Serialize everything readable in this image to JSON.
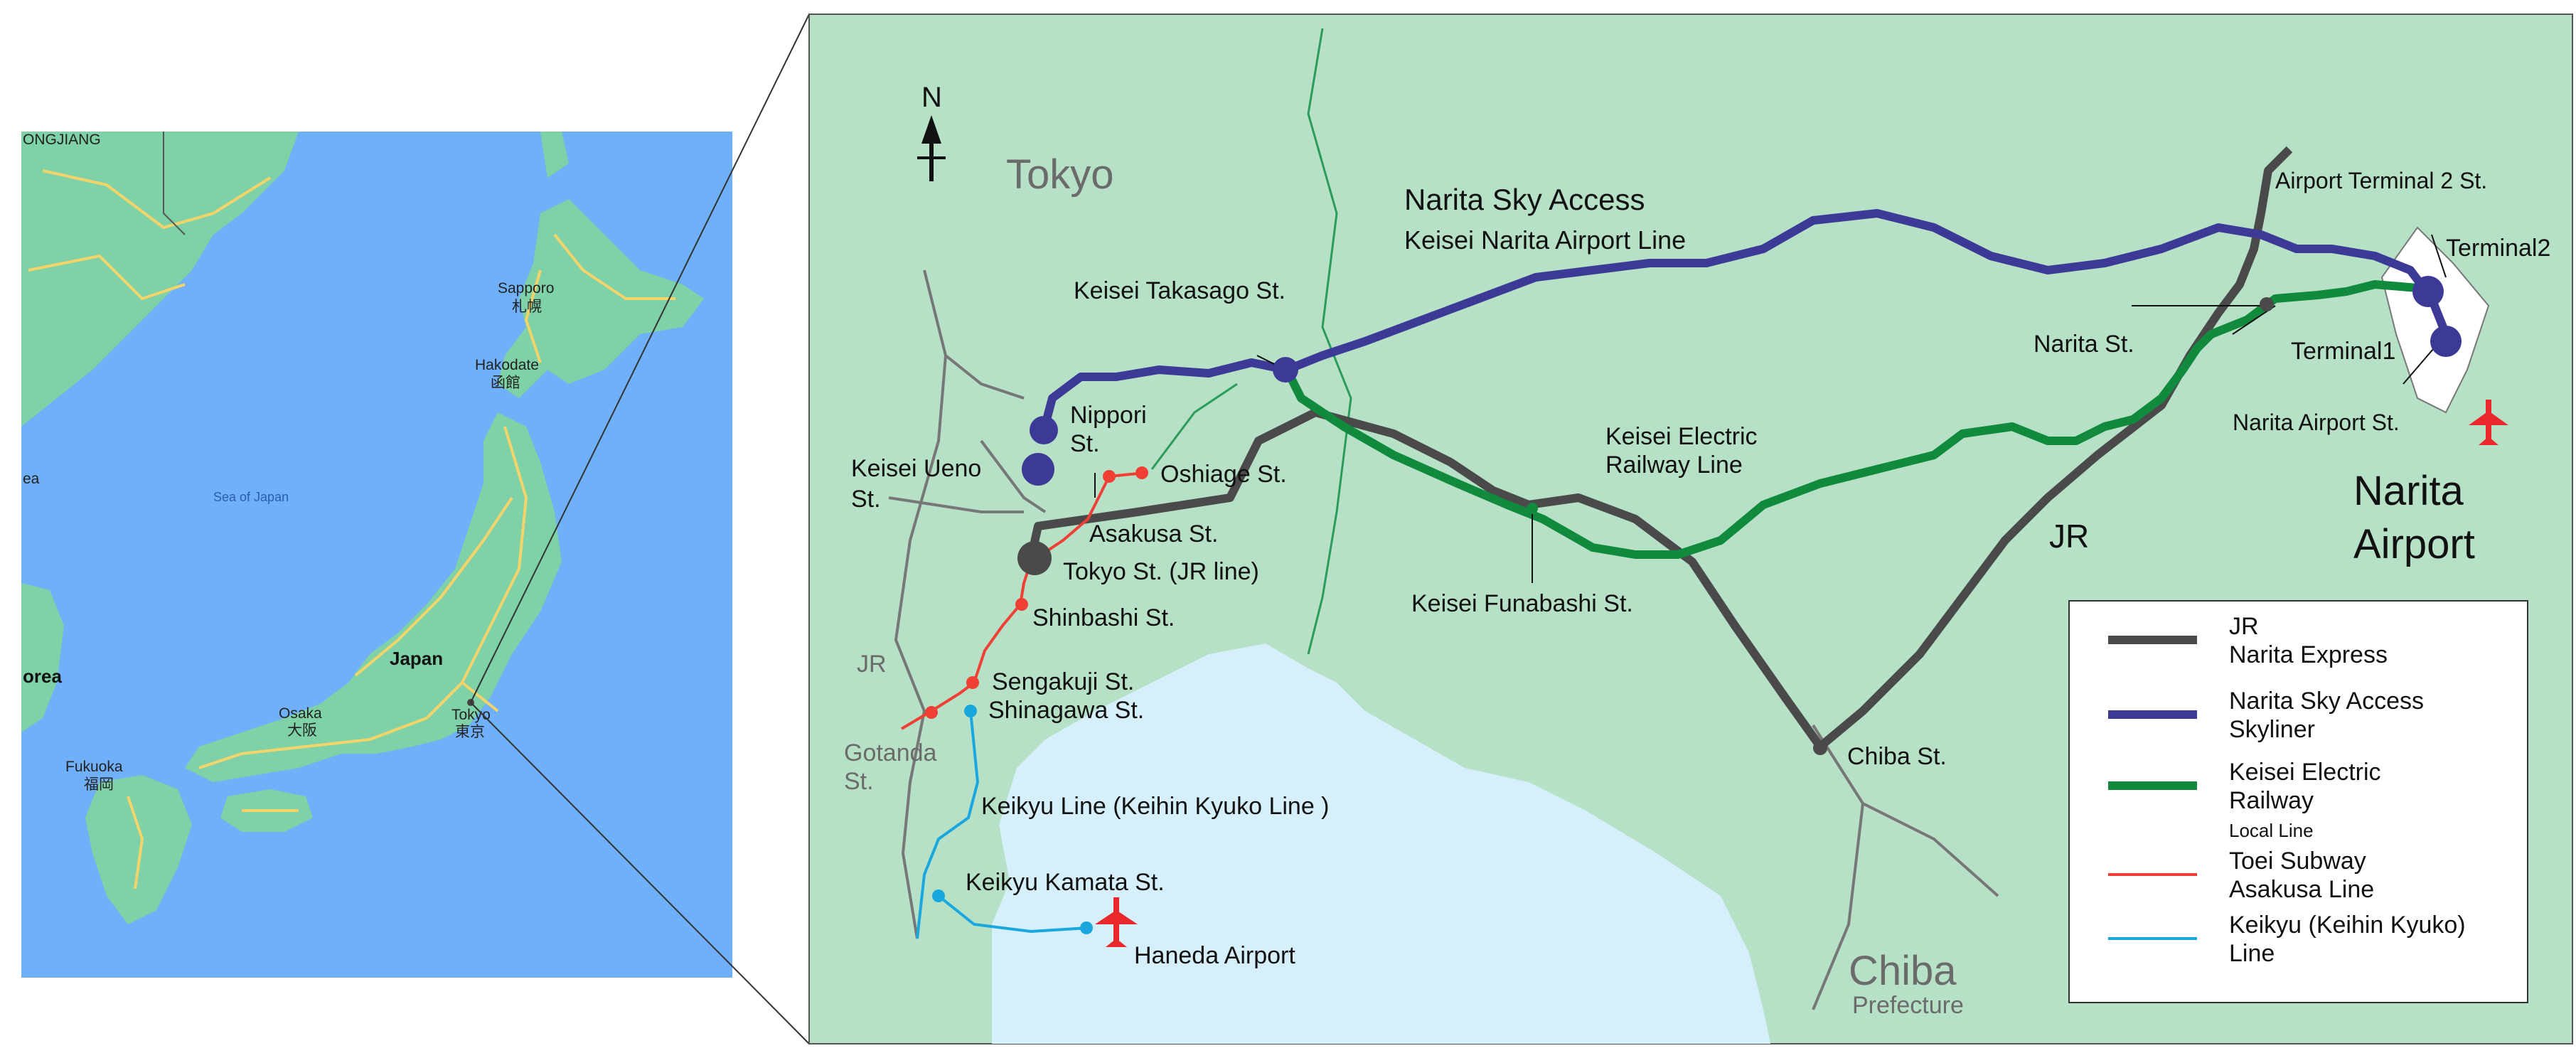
{
  "overview_map": {
    "labels": {
      "heilongjiang": "ONGJIANG",
      "sapporo": "Sapporo",
      "sapporo_jp": "札幌",
      "hakodate": "Hakodate",
      "hakodate_jp": "函館",
      "sea_of_japan": "Sea of Japan",
      "korea_edge": "ea",
      "korea": "orea",
      "japan": "Japan",
      "osaka": "Osaka",
      "osaka_jp": "大阪",
      "tokyo": "Tokyo",
      "tokyo_jp": "東京",
      "fukuoka": "Fukuoka",
      "fukuoka_jp": "福岡"
    },
    "colors": {
      "sea": "#6fb0f8",
      "land": "#7fd1a7",
      "roads": "#f3d46a"
    }
  },
  "detail_map": {
    "north": "N",
    "regions": {
      "tokyo": "Tokyo",
      "chiba": "Chiba",
      "prefecture": "Prefecture",
      "narita_airport_1": "Narita",
      "narita_airport_2": "Airport"
    },
    "line_titles": {
      "sky_access_1": "Narita Sky Access",
      "sky_access_2": "Keisei Narita Airport Line",
      "keisei_electric_1": "Keisei Electric",
      "keisei_electric_2": "Railway Line",
      "jr": "JR",
      "jr_left": "JR",
      "keikyu": "Keikyu Line (Keihin Kyuko Line )"
    },
    "stations": {
      "keisei_takasago": "Keisei Takasago St.",
      "nippori_1": "Nippori",
      "nippori_2": "St.",
      "keisei_ueno_1": "Keisei Ueno",
      "keisei_ueno_2": "St.",
      "oshiage": "Oshiage St.",
      "asakusa": "Asakusa St.",
      "tokyo": "Tokyo St. (JR line)",
      "shinbashi": "Shinbashi St.",
      "sengakuji": "Sengakuji St.",
      "shinagawa": "Shinagawa St.",
      "gotanda_1": "Gotanda",
      "gotanda_2": "St.",
      "keikyu_kamata": "Keikyu Kamata St.",
      "haneda": "Haneda Airport",
      "keisei_funabashi": "Keisei Funabashi St.",
      "chiba": "Chiba St.",
      "narita": "Narita St.",
      "airport_terminal2": "Airport Terminal 2 St.",
      "narita_airport": "Narita Airport St.",
      "terminal2": "Terminal2",
      "terminal1": "Terminal1"
    },
    "legend": [
      {
        "line1": "JR",
        "line2": "Narita Express",
        "line3": "",
        "color": "#4a4a4a"
      },
      {
        "line1": "Narita Sky Access",
        "line2": "Skyliner",
        "line3": "",
        "color": "#3c3a96"
      },
      {
        "line1": "Keisei Electric",
        "line2": "Railway",
        "line3": "Local Line",
        "color": "#118a3e"
      },
      {
        "line1": "Toei Subway",
        "line2": "Asakusa Line",
        "line3": "",
        "color": "#f04035"
      },
      {
        "line1": "Keikyu (Keihin Kyuko)",
        "line2": "Line",
        "line3": "",
        "color": "#1aa7dd"
      }
    ],
    "colors": {
      "land": "#b6e1c6",
      "water": "#d6f0fb",
      "jr": "#4a4a4a",
      "sky_access": "#3c3a96",
      "keisei": "#118a3e",
      "toei": "#f04035",
      "keikyu": "#1aa7dd",
      "airport": "#e8282a"
    }
  }
}
